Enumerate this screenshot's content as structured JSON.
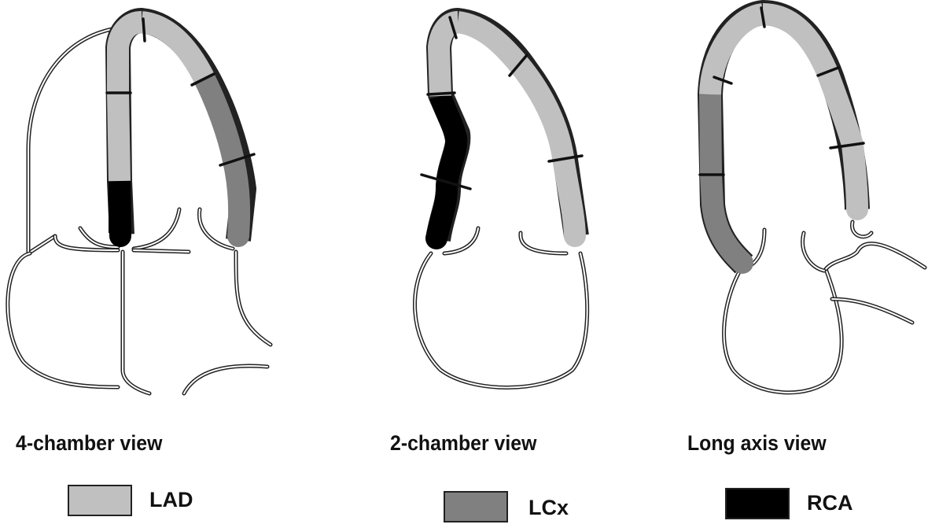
{
  "views": [
    {
      "label": "4-chamber view"
    },
    {
      "label": "2-chamber view"
    },
    {
      "label": "Long axis view"
    }
  ],
  "legend": [
    {
      "label": "LAD",
      "color": "#c0c0c0"
    },
    {
      "label": "LCx",
      "color": "#808080"
    },
    {
      "label": "RCA",
      "color": "#000000"
    }
  ],
  "colors": {
    "lad": "#c0c0c0",
    "lcx": "#808080",
    "rca": "#000000",
    "outline": "#222222",
    "background": "#ffffff"
  }
}
